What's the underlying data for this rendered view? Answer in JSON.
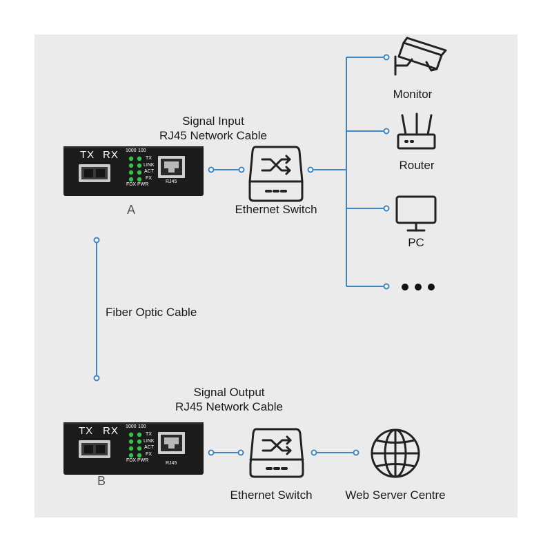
{
  "colors": {
    "background": "#ebebeb",
    "line": "#3f86c2",
    "device": "#1b1b1b",
    "led": "#33c24a",
    "icon": "#222222"
  },
  "top_converter": {
    "letter": "A",
    "tx": "TX",
    "rx": "RX",
    "speed_1000": "1000",
    "speed_100": "100",
    "led_tx": "TX",
    "led_link": "LINK",
    "led_act": "ACT",
    "led_fx": "FX",
    "fdx": "FDX",
    "pwr": "PWR",
    "port": "RJ45"
  },
  "bottom_converter": {
    "letter": "B",
    "tx": "TX",
    "rx": "RX",
    "speed_1000": "1000",
    "speed_100": "100",
    "led_tx": "TX",
    "led_link": "LINK",
    "led_act": "ACT",
    "led_fx": "FX",
    "fdx": "FDX",
    "pwr": "PWR",
    "port": "RJ45"
  },
  "labels": {
    "signal_input_line1": "Signal Input",
    "signal_input_line2": "RJ45 Network Cable",
    "signal_output_line1": "Signal Output",
    "signal_output_line2": "RJ45 Network Cable",
    "switch_top": "Ethernet Switch",
    "switch_bottom": "Ethernet Switch",
    "fiber": "Fiber Optic Cable",
    "monitor": "Monitor",
    "router": "Router",
    "pc": "PC",
    "web_server": "Web Server Centre"
  }
}
